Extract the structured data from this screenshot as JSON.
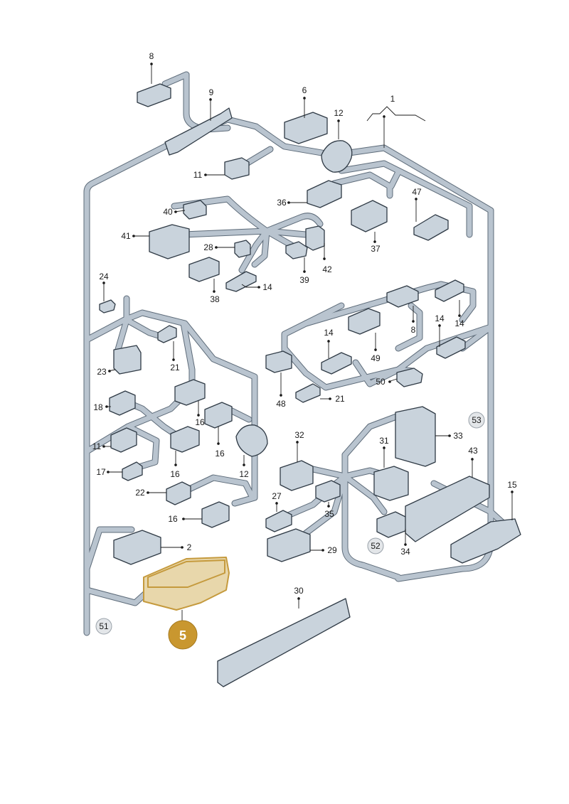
{
  "callouts": {
    "c1": "1",
    "c2": "2",
    "c5": "5",
    "c6": "6",
    "c8a": "8",
    "c8b": "8",
    "c9": "9",
    "c11a": "11",
    "c11b": "11",
    "c12a": "12",
    "c12b": "12",
    "c14a": "14",
    "c14b": "14",
    "c14c": "14",
    "c14d": "14",
    "c15": "15",
    "c16a": "16",
    "c16b": "16",
    "c16c": "16",
    "c16d": "16",
    "c17": "17",
    "c18": "18",
    "c21a": "21",
    "c21b": "21",
    "c22": "22",
    "c23": "23",
    "c24": "24",
    "c27": "27",
    "c28": "28",
    "c29": "29",
    "c30": "30",
    "c31": "31",
    "c32": "32",
    "c33": "33",
    "c34": "34",
    "c35": "35",
    "c36": "36",
    "c37": "37",
    "c38": "38",
    "c39": "39",
    "c40": "40",
    "c41": "41",
    "c42": "42",
    "c43": "43",
    "c47": "47",
    "c48": "48",
    "c49": "49",
    "c50": "50",
    "c51": "51",
    "c52": "52",
    "c53": "53"
  },
  "colors": {
    "highlight_fill": "#e8d7ab",
    "highlight_stroke": "#c59a3d",
    "badge": "#c9972f",
    "harness": "#b9c4cf",
    "part": "#c9d3dc"
  }
}
